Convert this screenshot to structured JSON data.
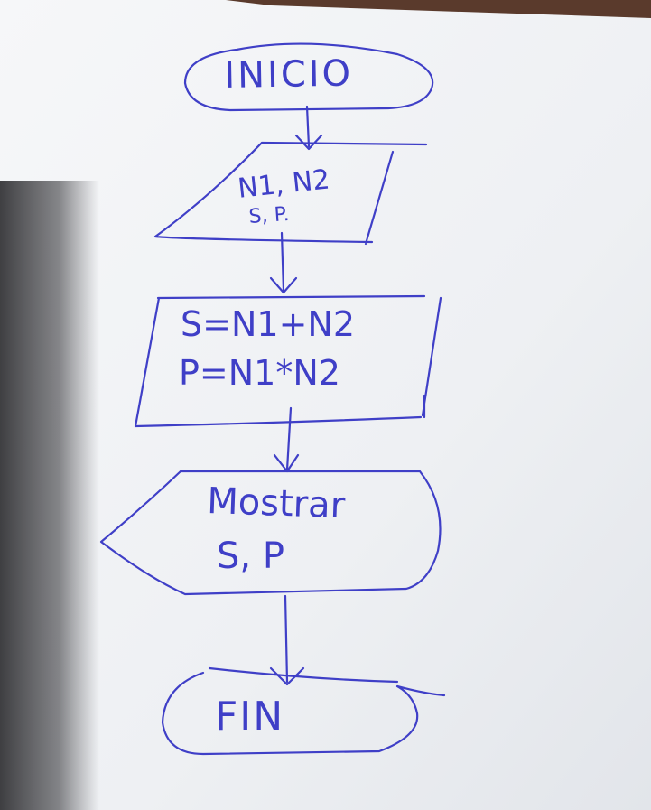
{
  "diagram": {
    "ink_color": "#3f3fc7",
    "paper_color": "#f2f3f6",
    "top_surface_color": "#5a3a2c",
    "nodes": [
      {
        "id": "start",
        "shape": "terminator",
        "lines": [
          "INICIO"
        ]
      },
      {
        "id": "input",
        "shape": "parallelogram",
        "lines": [
          "N1, N2",
          "S, P."
        ]
      },
      {
        "id": "process",
        "shape": "process",
        "lines": [
          "S=N1+N2",
          "P=N1*N2"
        ]
      },
      {
        "id": "output",
        "shape": "display",
        "lines": [
          "Mostrar",
          "S, P"
        ]
      },
      {
        "id": "end",
        "shape": "terminator",
        "lines": [
          "FIN"
        ]
      }
    ],
    "edges": [
      {
        "from": "start",
        "to": "input"
      },
      {
        "from": "input",
        "to": "process"
      },
      {
        "from": "process",
        "to": "output"
      },
      {
        "from": "output",
        "to": "end"
      }
    ]
  }
}
